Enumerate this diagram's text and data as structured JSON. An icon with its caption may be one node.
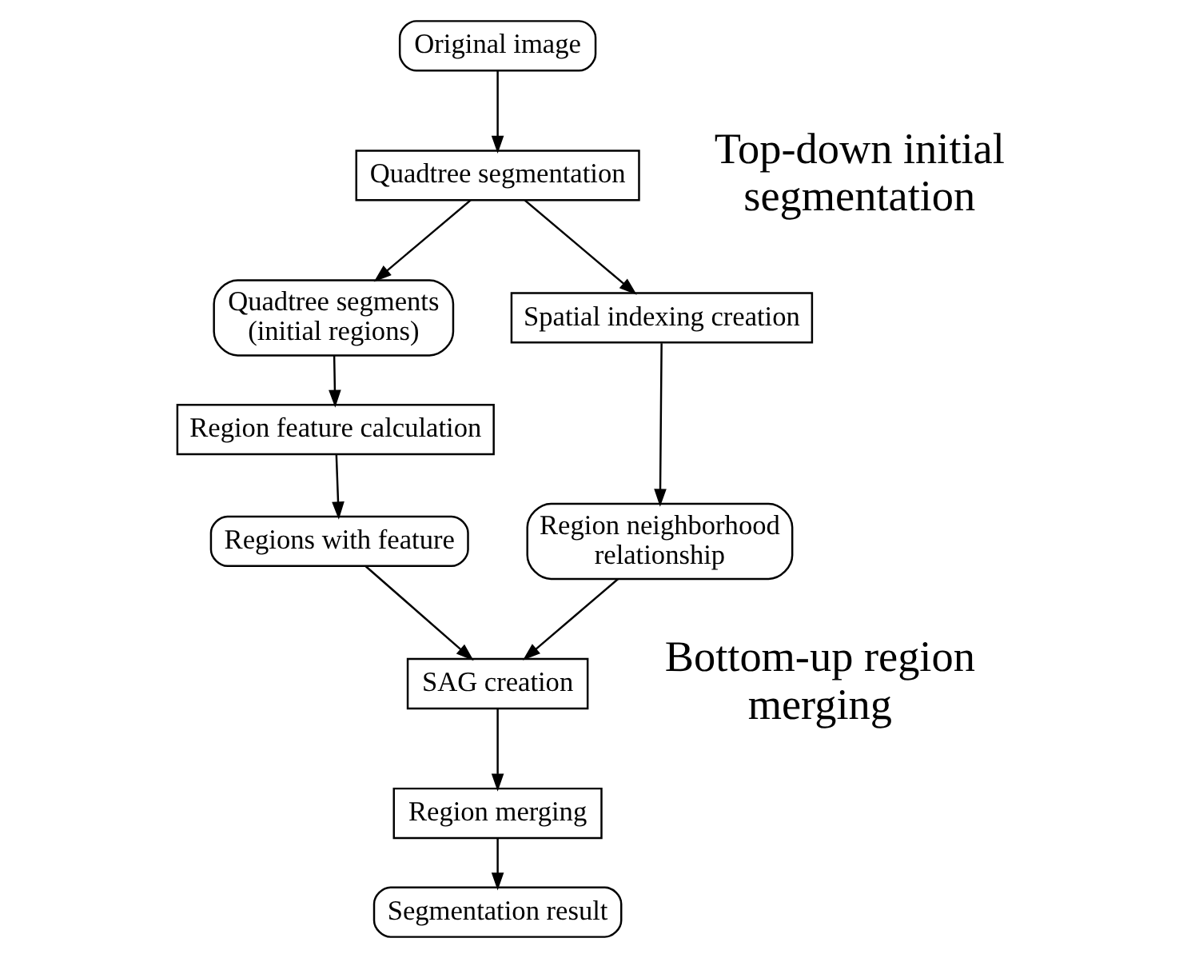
{
  "diagram": {
    "nodes": [
      {
        "text": [
          "Original image"
        ]
      },
      {
        "text": [
          "Quadtree segmentation"
        ]
      },
      {
        "text": [
          "Quadtree segments (initial regions)"
        ]
      },
      {
        "text": [
          "Spatial indexing creation"
        ]
      },
      {
        "text": [
          "Region feature calculation"
        ]
      },
      {
        "text": [
          "Regions with feature"
        ]
      },
      {
        "text": [
          "Region neighborhood relationship"
        ]
      },
      {
        "text": [
          "SAG creation"
        ]
      },
      {
        "text": [
          "Region merging"
        ]
      },
      {
        "text": [
          "Segmentation result"
        ]
      }
    ],
    "edges": [
      {
        "from": 0,
        "to": 1,
        "arrow": "to"
      },
      {
        "from": 1,
        "to": 2,
        "arrow": "to"
      },
      {
        "from": 1,
        "to": 3,
        "arrow": "to"
      },
      {
        "from": 2,
        "to": 4,
        "arrow": "to"
      },
      {
        "from": 4,
        "to": 5,
        "arrow": "to"
      },
      {
        "from": 3,
        "to": 6,
        "arrow": "to"
      },
      {
        "from": 5,
        "to": 7,
        "arrow": "to"
      },
      {
        "from": 6,
        "to": 7,
        "arrow": "to"
      },
      {
        "from": 7,
        "to": 8,
        "arrow": "to"
      },
      {
        "from": 8,
        "to": 9,
        "arrow": "to"
      }
    ],
    "labels": [
      "Top-down initial segmentation",
      "Bottom-up region merging"
    ]
  }
}
